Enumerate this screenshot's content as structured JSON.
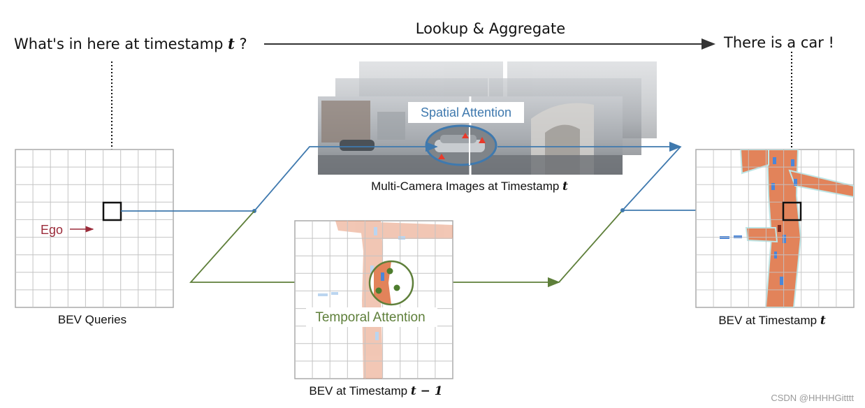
{
  "question": {
    "text": "What's in here at timestamp ",
    "var": "t",
    "suffix": " ?"
  },
  "lookup_label": "Lookup & Aggregate",
  "answer": "There is a car !",
  "spatial_attention": "Spatial Attention",
  "temporal_attention": "Temporal Attention",
  "ego_label": "Ego",
  "captions": {
    "bev_queries": "BEV Queries",
    "multi_camera": "Multi-Camera Images at Timestamp ",
    "multi_camera_var": "t",
    "bev_t": "BEV at Timestamp ",
    "bev_t_var": "t",
    "bev_t1": "BEV at Timestamp ",
    "bev_t1_var": "t − 1"
  },
  "watermark": "CSDN @HHHHGitttt",
  "colors": {
    "spatial_blue": "#3f79ae",
    "temporal_green": "#5e7f3a",
    "road_orange": "#e2835a",
    "grid_gray": "#b5b5b5",
    "ego_red": "#9b2b3a"
  }
}
